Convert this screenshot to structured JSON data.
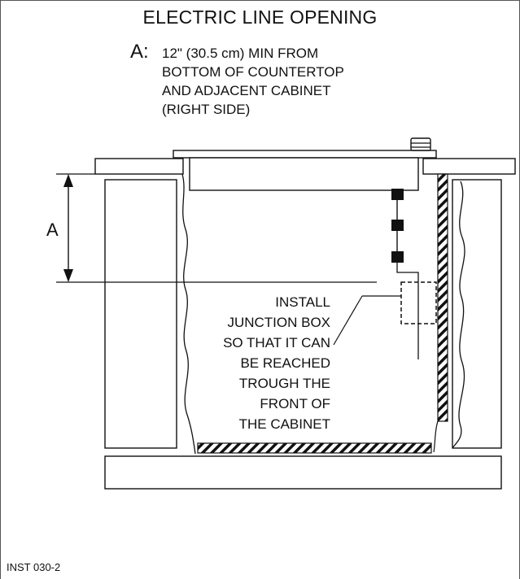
{
  "title": "ELECTRIC LINE OPENING",
  "legend": {
    "letter": "A:",
    "lines": [
      "12\" (30.5 cm) MIN FROM",
      "BOTTOM OF COUNTERTOP",
      "AND ADJACENT CABINET",
      "(RIGHT SIDE)"
    ]
  },
  "dimension_label": "A",
  "callout": {
    "lines": [
      "INSTALL",
      "JUNCTION BOX",
      "SO THAT IT CAN",
      "BE REACHED",
      "TROUGH THE",
      "FRONT OF",
      "THE CABINET"
    ]
  },
  "footer": "INST 030-2"
}
